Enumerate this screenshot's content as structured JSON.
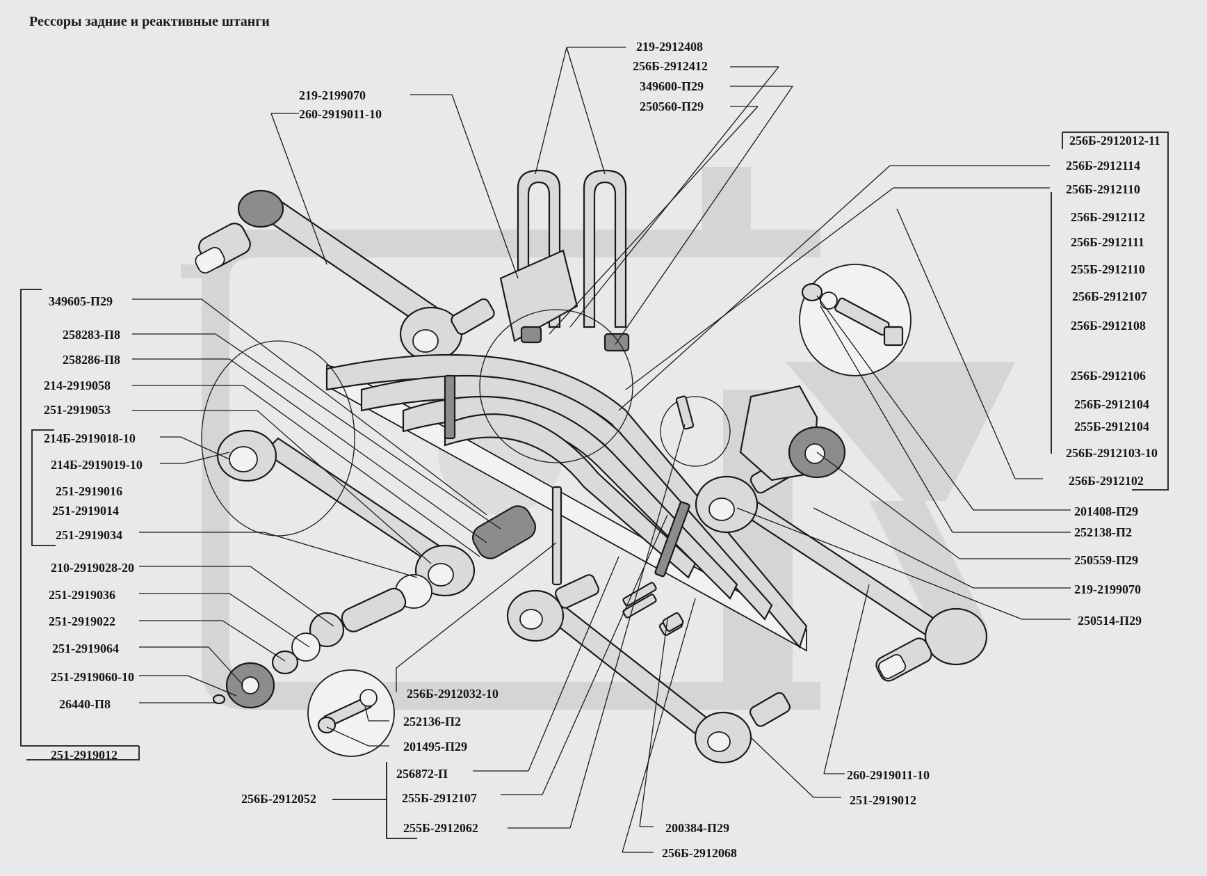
{
  "title": "Рессоры задние и реактивные штанги",
  "labels_left": [
    "349605-П29",
    "258283-П8",
    "258286-П8",
    "214-2919058",
    "251-2919053",
    "214Б-2919018-10",
    "214Б-2919019-10",
    "251-2919016",
    "251-2919014",
    "251-2919034",
    "210-2919028-20",
    "251-2919036",
    "251-2919022",
    "251-2919064",
    "251-2919060-10",
    "26440-П8",
    "251-2919012"
  ],
  "labels_top": [
    "219-2912408",
    "256Б-2912412",
    "349600-П29",
    "250560-П29",
    "219-2199070",
    "260-2919011-10"
  ],
  "labels_right": [
    "256Б-2912012-11",
    "256Б-2912114",
    "256Б-2912110",
    "256Б-2912112",
    "256Б-2912111",
    "255Б-2912110",
    "256Б-2912107",
    "256Б-2912108",
    "256Б-2912106",
    "256Б-2912104",
    "255Б-2912104",
    "256Б-2912103-10",
    "256Б-2912102",
    "201408-П29",
    "252138-П2",
    "250559-П29",
    "219-2199070",
    "250514-П29"
  ],
  "labels_bottom": [
    "256Б-2912032-10",
    "252136-П2",
    "201495-П29",
    "256872-П",
    "256Б-2912052",
    "255Б-2912107",
    "255Б-2912062",
    "200384-П29",
    "256Б-2912068",
    "260-2919011-10",
    "251-2919012"
  ]
}
